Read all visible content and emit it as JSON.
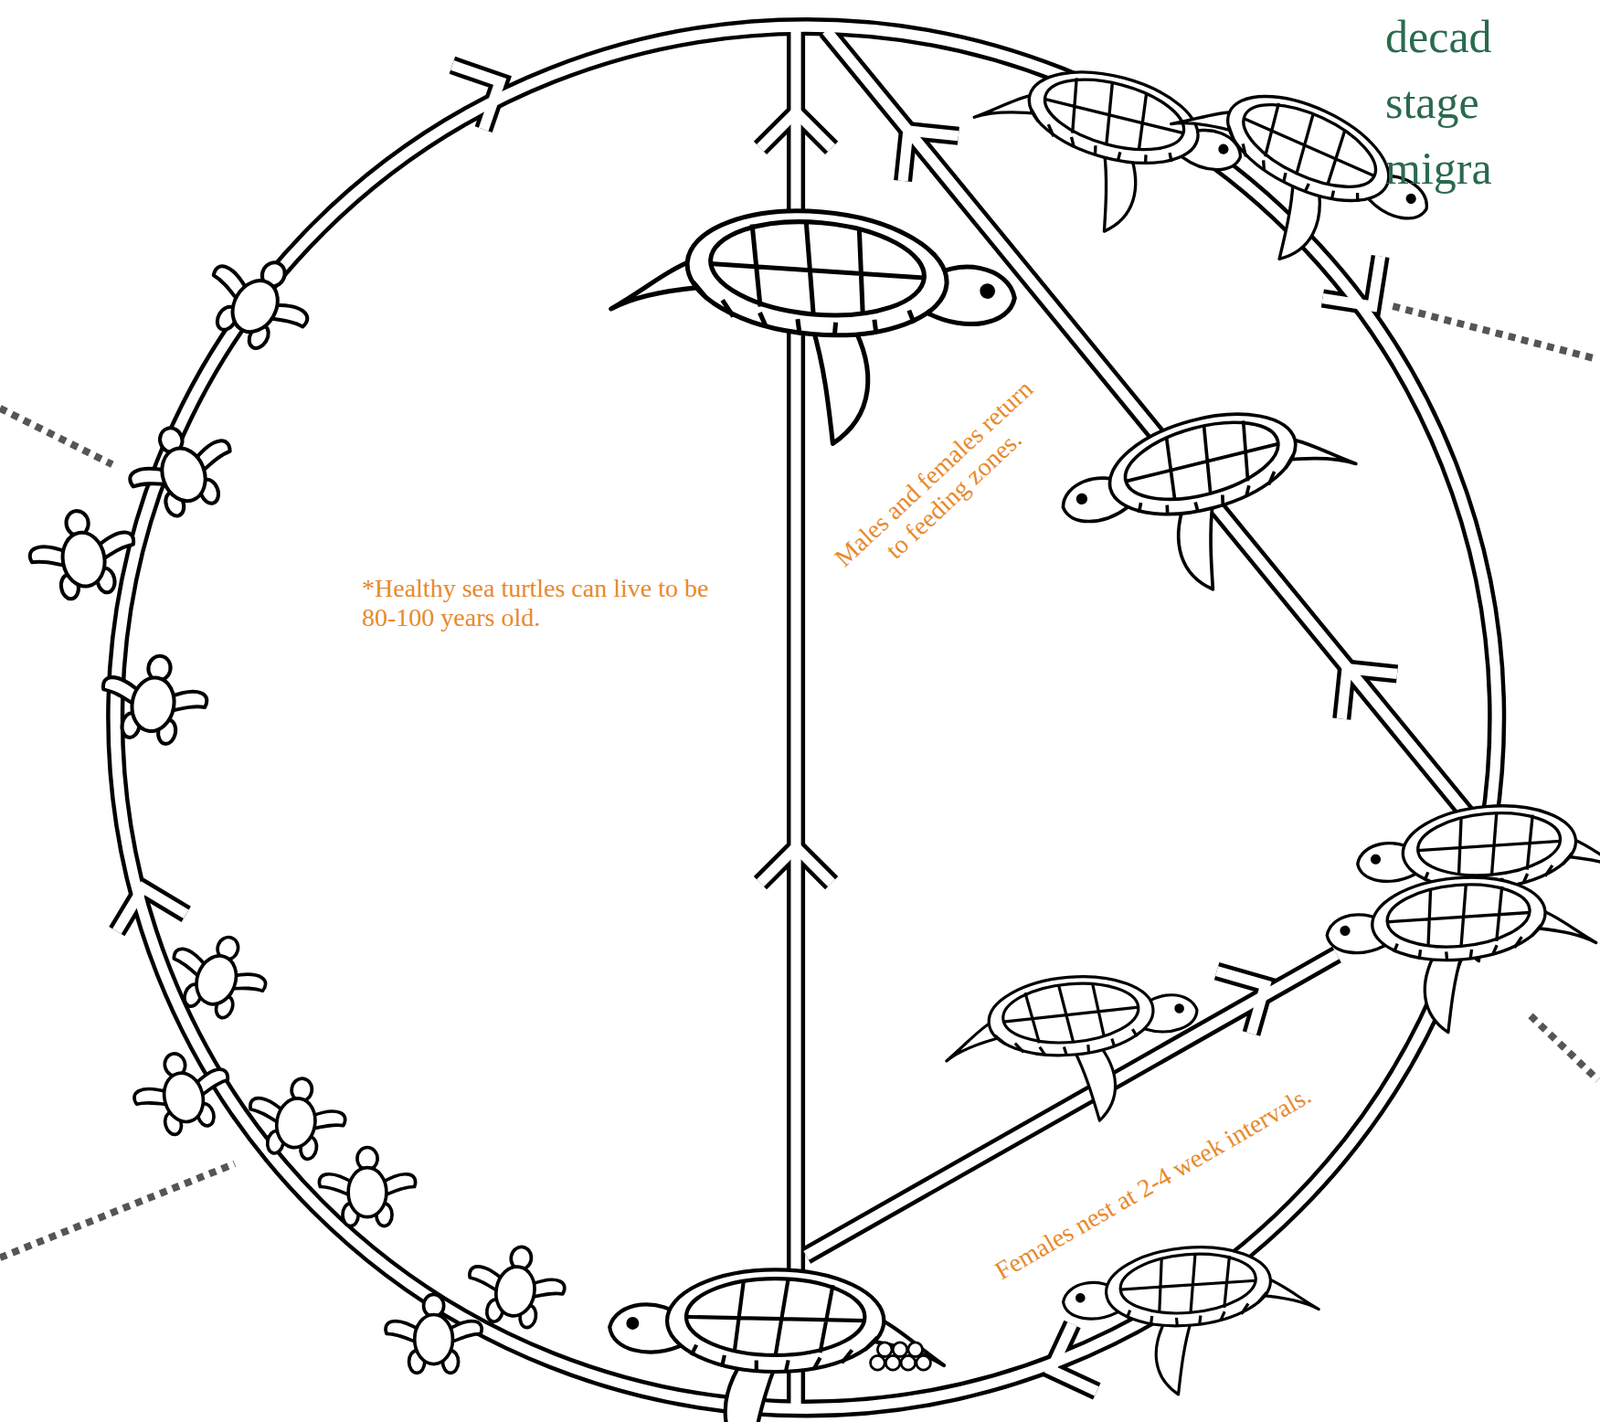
{
  "diagram": {
    "labels": [
      "decad",
      "stage",
      "migra",
      "*Healthy sea turtles can live to be 80-100 years old.",
      "Males and females return to feeding zones.",
      "Females nest at 2-4 week intervals."
    ]
  }
}
